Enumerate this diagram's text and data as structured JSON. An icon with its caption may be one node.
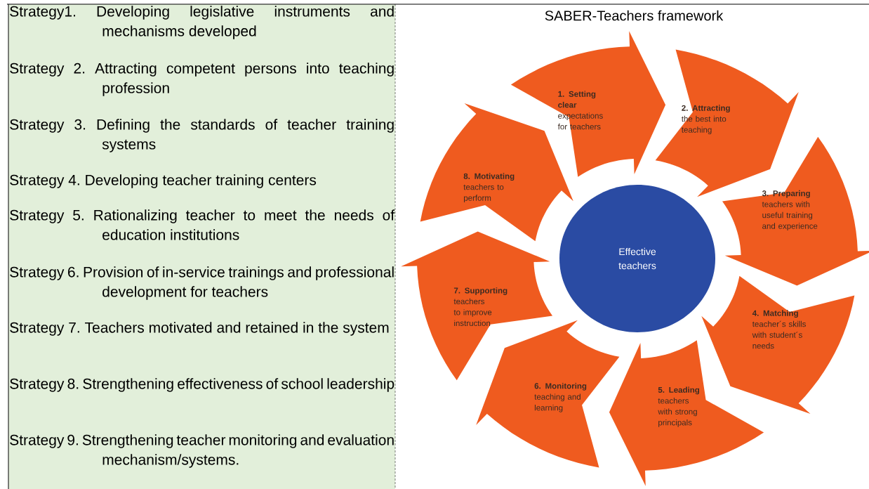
{
  "diagram": {
    "title": "SABER-Teachers framework",
    "nodes": [
      {
        "text": [
          "**1. Setting clear** expectations for teachers"
        ]
      },
      {
        "text": [
          "**2. Attracting** the best into teaching"
        ]
      },
      {
        "text": [
          "**3. Preparing** teachers with useful training and experience"
        ]
      },
      {
        "text": [
          "**4. Matching** teacher´s skills with student´s needs"
        ]
      },
      {
        "text": [
          "**5. Leading** teachers with strong principals"
        ]
      },
      {
        "text": [
          "**6. Monitoring** teaching and learning"
        ]
      },
      {
        "text": [
          "**7. Supporting** teachers to improve instruction"
        ]
      },
      {
        "text": [
          "**8. Motivating** teachers to perform"
        ]
      },
      {
        "text": [
          "Effective teachers"
        ]
      }
    ],
    "labels": [
      "Strategy1. Developing legislative instruments and mechanisms developed",
      "Strategy 2. Attracting competent persons into teaching profession",
      "Strategy 3. Defining the standards of teacher training systems",
      "Strategy 4. Developing teacher training centers",
      "Strategy 5. Rationalizing teacher to meet the needs of education institutions",
      "Strategy 6. Provision of in-service trainings and professional development for teachers",
      "Strategy 7. Teachers motivated and retained in the system",
      "Strategy 8. Strengthening effectiveness of school leadership",
      "Strategy 9. Strengthening teacher monitoring and evaluation mechanism/systems."
    ]
  }
}
